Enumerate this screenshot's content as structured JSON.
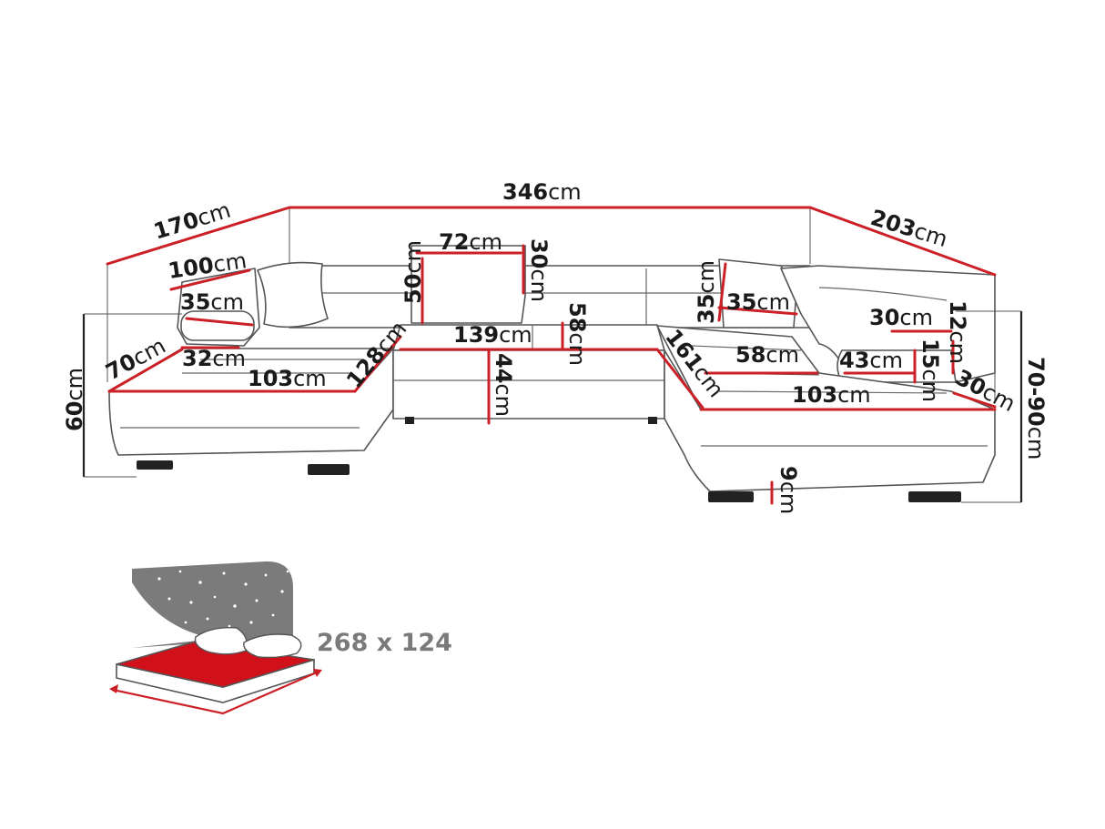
{
  "dimensions": {
    "total_width": {
      "value": "346",
      "unit": "cm"
    },
    "left_depth": {
      "value": "170",
      "unit": "cm"
    },
    "right_depth": {
      "value": "203",
      "unit": "cm"
    },
    "left_armrest_length": {
      "value": "100",
      "unit": "cm"
    },
    "left_armrest_height": {
      "value": "35",
      "unit": "cm"
    },
    "left_armrest_width": {
      "value": "32",
      "unit": "cm"
    },
    "left_seat_depth": {
      "value": "70",
      "unit": "cm"
    },
    "left_seat_length": {
      "value": "103",
      "unit": "cm"
    },
    "left_chaise_diagonal": {
      "value": "128",
      "unit": "cm"
    },
    "headrest_width": {
      "value": "72",
      "unit": "cm"
    },
    "headrest_height": {
      "value": "30",
      "unit": "cm"
    },
    "backrest_height": {
      "value": "50",
      "unit": "cm"
    },
    "center_seat_width": {
      "value": "139",
      "unit": "cm"
    },
    "center_seat_depth": {
      "value": "58",
      "unit": "cm"
    },
    "seat_height": {
      "value": "44",
      "unit": "cm"
    },
    "left_height": {
      "value": "60",
      "unit": "cm"
    },
    "right_headrest_height": {
      "value": "35",
      "unit": "cm"
    },
    "right_headrest_width": {
      "value": "35",
      "unit": "cm"
    },
    "right_diagonal": {
      "value": "161",
      "unit": "cm"
    },
    "right_seat_depth": {
      "value": "58",
      "unit": "cm"
    },
    "right_armrest_top": {
      "value": "30",
      "unit": "cm"
    },
    "right_armrest_depth": {
      "value": "12",
      "unit": "cm"
    },
    "right_armrest_inner": {
      "value": "43",
      "unit": "cm"
    },
    "right_armrest_height": {
      "value": "15",
      "unit": "cm"
    },
    "right_armrest_side": {
      "value": "30",
      "unit": "cm"
    },
    "right_seat_length": {
      "value": "103",
      "unit": "cm"
    },
    "total_height": {
      "value": "70-90",
      "unit": "cm"
    },
    "leg_height": {
      "value": "9",
      "unit": "cm"
    }
  },
  "bed": {
    "size_label": "268 x 124"
  },
  "colors": {
    "dimension_line": "#cc2027",
    "bed_surface": "#d0111a",
    "night_sky": "#7b7b7b",
    "outline": "#555555"
  }
}
